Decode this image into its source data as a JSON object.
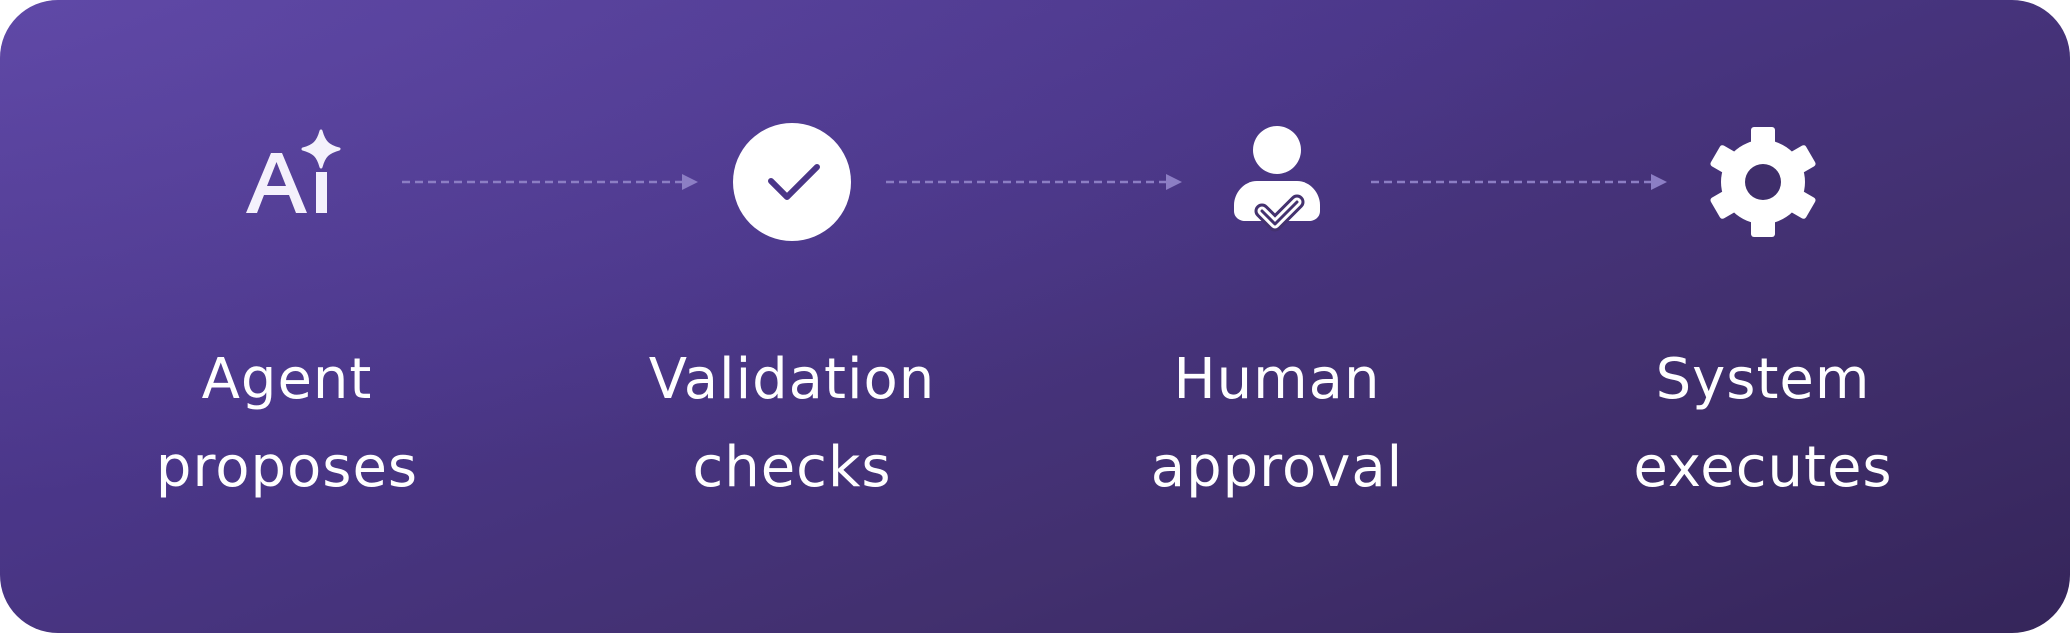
{
  "colors": {
    "background_start": "#56409a",
    "background_end": "#35255a",
    "icon": "#ffffff",
    "connector": "#8c7ec4"
  },
  "steps": [
    {
      "icon": "ai-sparkle-icon",
      "line1": "Agent",
      "line2": "proposes"
    },
    {
      "icon": "check-circle-icon",
      "line1": "Validation",
      "line2": "checks"
    },
    {
      "icon": "person-check-icon",
      "line1": "Human",
      "line2": "approval"
    },
    {
      "icon": "gear-icon",
      "line1": "System",
      "line2": "executes"
    }
  ]
}
